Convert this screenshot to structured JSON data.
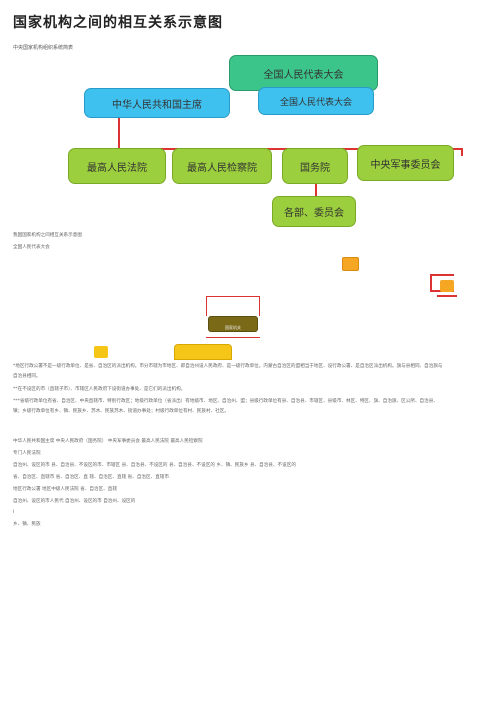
{
  "title": "国家机构之间的相互关系示意图",
  "subtitle": "中央国家机构组织系统简表",
  "diagram": {
    "npc_top": "全国人民代表大会",
    "president": "中华人民共和国主席",
    "npc_standing": "全国人民代表大会",
    "court": "最高人民法院",
    "procuratorate": "最高人民检察院",
    "state_council": "国务院",
    "military": "中央军事委员会",
    "ministries": "各部、委员会"
  },
  "section_caption": "我国国家机构之间相互关系示意图",
  "npc_label": "全国人民代表大会",
  "small_box_label": "国家机关",
  "paragraphs": [
    "*地区行政公署不是一级行政单位、是省、自治区的派出机构。市分市辖为市地区、即自治州设人民政府、是一级行政单位。内蒙古自治区的盟相当于地区、设行政公署、是自治区派出机构。旗与县相同、自治旗与自治县相同。",
    "**在不设区的市（直辖子市）、市辖区人民政府下设街道办事处、是它们的派出机构。",
    "***省级行政单位有省、自治区、中央直辖市、特别行政区；地级行政单位（省派出）有地级市、地区、自治州、盟；县级行政单位有县、自治县、市辖区、县级市、林区、特区、旗、自治旗、区公所、自治县、镇；乡级行政单位有乡、镇、民族乡、苏木、民族苏木、街道办事处；村级行政单位有村、民族村、社区。"
  ],
  "lines": [
    "中华人民共和国主席 中央人民政府（国务院） 中央军事委员会 最高人民法院 最高人民检察院",
    "专门人民法院",
    "自治州、设区的市 县、自治县、不设区的市、市辖区 县、自治县、不设区的 县、自治县、不设区的 乡、镇、民族乡 县、自治县、不设区的",
    "省、自治区、直辖市 省、自治区、直 辖、自治区、直辖 省、自治区、直辖市",
    "地区行政公署 地区中级人民法院 省、自治区、直辖",
    "自治州、设区的市人民代 自治州、设区的市 自治州、设区的",
    "I",
    "乡、镇、民族"
  ]
}
